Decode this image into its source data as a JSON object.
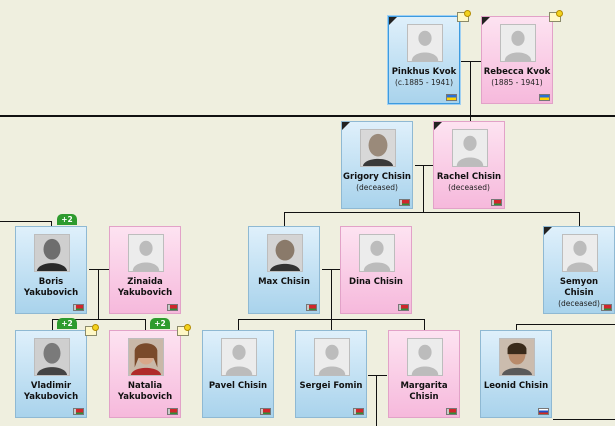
{
  "people": {
    "pinkhus": {
      "name": "Pinkhus Kvok",
      "dates": "(c.1885 - 1941)"
    },
    "rebecca": {
      "name": "Rebecca Kvok",
      "dates": "(1885 - 1941)"
    },
    "grigory": {
      "name": "Grigory Chisin",
      "dates": "(deceased)"
    },
    "rachel": {
      "name": "Rachel Chisin",
      "dates": "(deceased)"
    },
    "boris": {
      "name": "Boris Yakubovich",
      "dates": ""
    },
    "zinaida": {
      "name": "Zinaida Yakubovich",
      "dates": ""
    },
    "max": {
      "name": "Max Chisin",
      "dates": ""
    },
    "dina": {
      "name": "Dina Chisin",
      "dates": ""
    },
    "semyon": {
      "name": "Semyon Chisin",
      "dates": "(deceased)"
    },
    "vladimir": {
      "name": "Vladimir Yakubovich",
      "dates": ""
    },
    "natalia": {
      "name": "Natalia Yakubovich",
      "dates": ""
    },
    "pavel": {
      "name": "Pavel Chisin",
      "dates": ""
    },
    "sergei": {
      "name": "Sergei Fomin",
      "dates": ""
    },
    "margarita": {
      "name": "Margarita Chisin",
      "dates": ""
    },
    "leonid": {
      "name": "Leonid Chisin",
      "dates": ""
    }
  },
  "badges": {
    "boris_children": "+2",
    "vladimir_children": "+2",
    "natalia_children": "+2"
  },
  "icons": {
    "flag_belarus": "flag-belarus-icon",
    "flag_ukraine": "flag-ukraine-icon",
    "flag_russia": "flag-russia-icon",
    "add_relative": "add-relative-icon",
    "silhouette": "silhouette-placeholder-icon"
  },
  "colors": {
    "background": "#efefdf",
    "male_card": "#b8dcf0",
    "female_card": "#f9cce6",
    "badge_green": "#2e9b2e",
    "selected_border": "#3d9bdf",
    "connector": "#111111"
  }
}
